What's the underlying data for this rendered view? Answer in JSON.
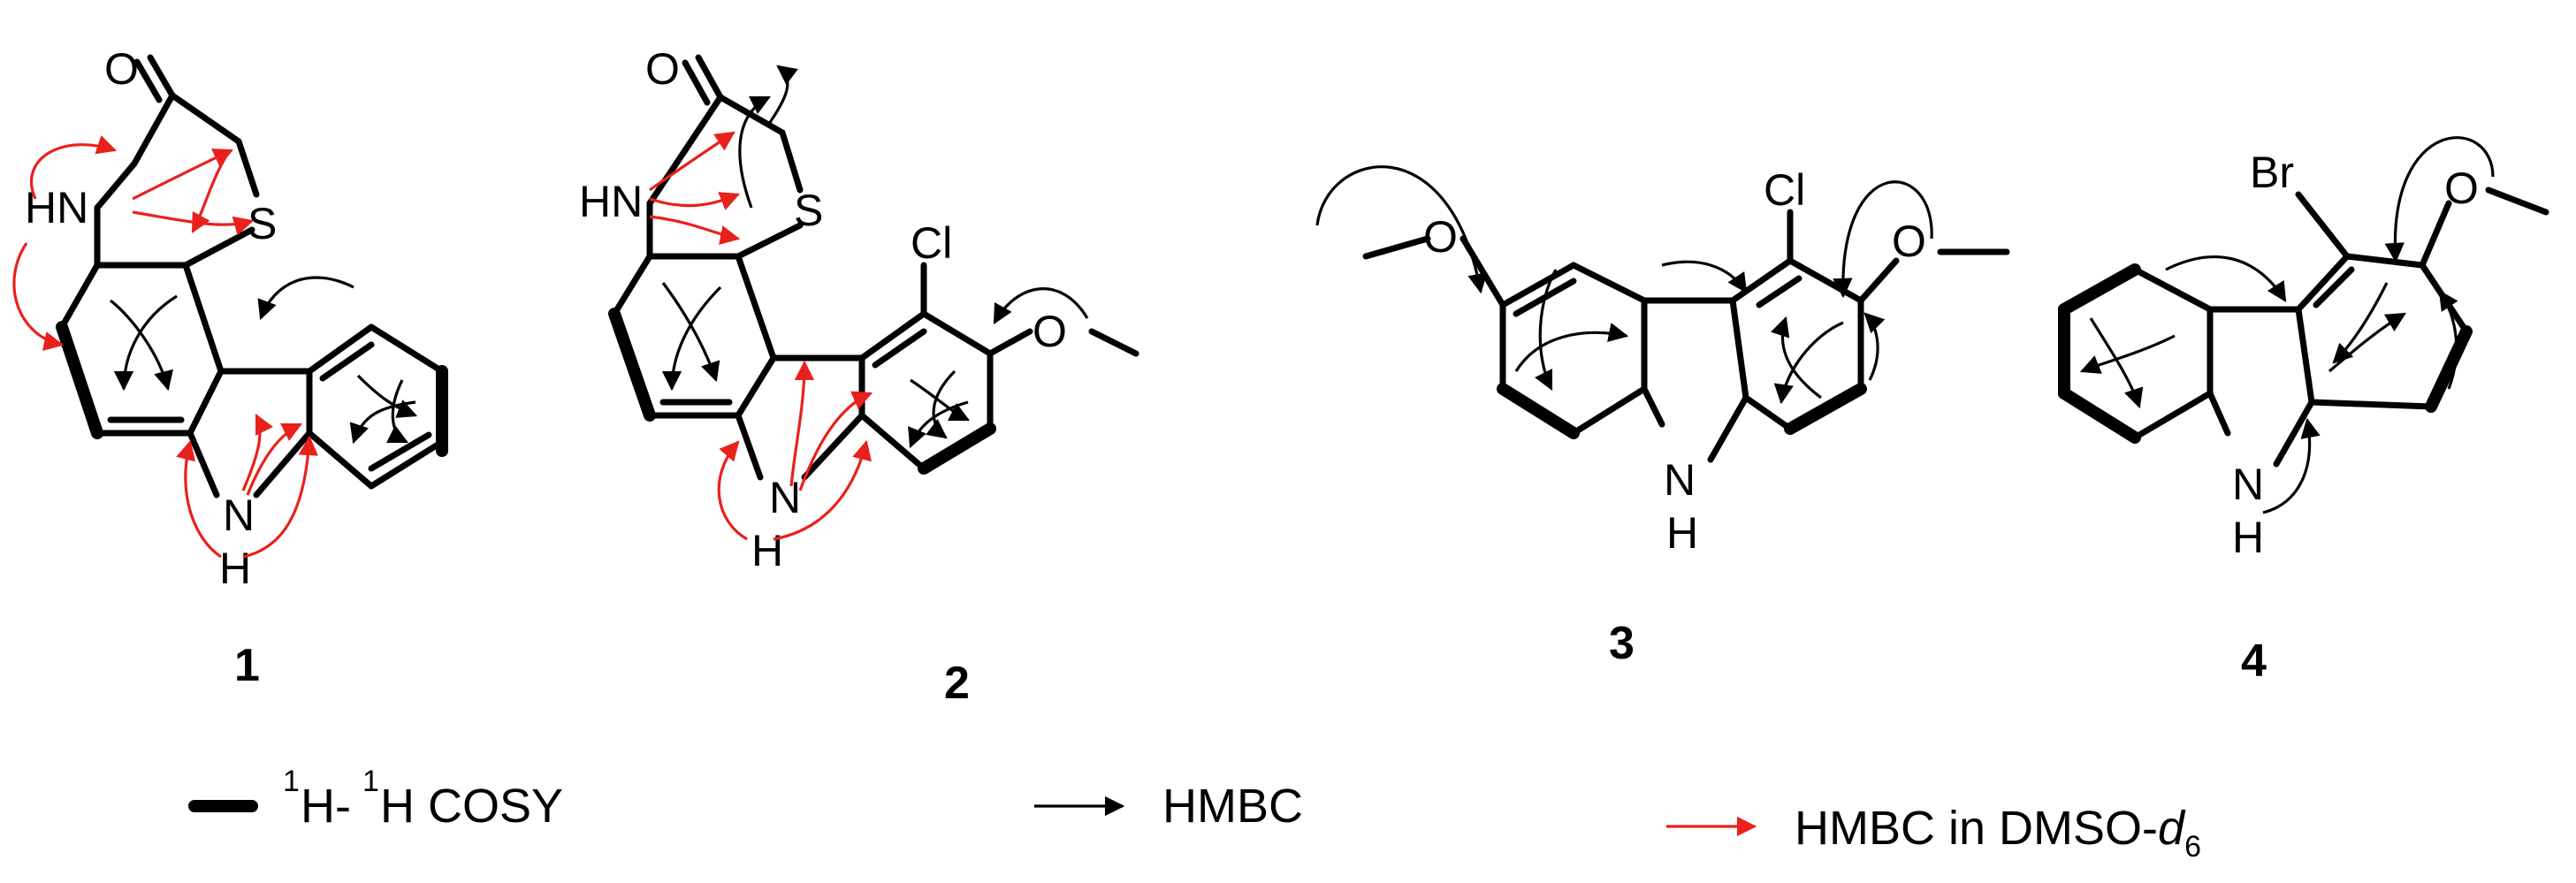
{
  "colors": {
    "bond": "#000000",
    "hmbc": "#000000",
    "hmbc_dmso": "#e8211c"
  },
  "compounds": [
    {
      "number": "1",
      "atoms": {
        "oxygen": "O",
        "nh": "HN",
        "sulfur": "S",
        "indole_n": "N",
        "indole_h": "H"
      }
    },
    {
      "number": "2",
      "atoms": {
        "oxygen": "O",
        "nh": "HN",
        "sulfur": "S",
        "chlorine": "Cl",
        "methoxy_o": "O",
        "indole_n": "N",
        "indole_h": "H"
      }
    },
    {
      "number": "3",
      "atoms": {
        "chlorine": "Cl",
        "methoxy_o_left": "O",
        "methoxy_o_right": "O",
        "indole_n": "N",
        "indole_h": "H"
      }
    },
    {
      "number": "4",
      "atoms": {
        "bromine": "Br",
        "methoxy_o": "O",
        "indole_n": "N",
        "indole_h": "H"
      }
    }
  ],
  "legend": {
    "cosy": {
      "sup1": "1",
      "h1": "H-",
      "sup2": "1",
      "h2": "H COSY"
    },
    "hmbc": {
      "label": "HMBC"
    },
    "hmbc_dmso": {
      "label": "HMBC in DMSO-",
      "italic": "d",
      "subscript": "6"
    }
  }
}
